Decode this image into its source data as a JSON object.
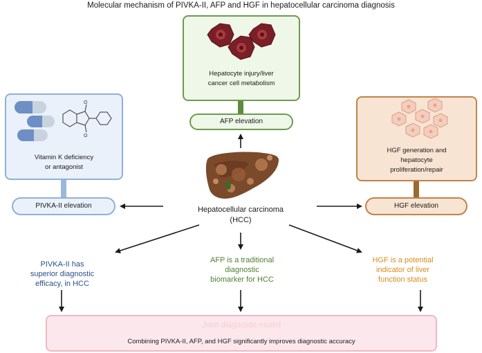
{
  "title": "Molecular mechanism of PIVKA-II, AFP and HGF in hepatocellular carcinoma diagnosis",
  "afp_source": {
    "caption_line1": "Hepatocyte injury/liver",
    "caption_line2": "cancer cell metabolism"
  },
  "afp_pill": "AFP elevation",
  "vitk_source": {
    "caption_line1": "Vitamin K deficiency",
    "caption_line2": "or antagonist"
  },
  "pivka_pill": "PIVKA-II elevation",
  "hgf_source": {
    "caption_line1": "HGF generation and",
    "caption_line2": "hepatocyte",
    "caption_line3": "proliferation/repair"
  },
  "hgf_pill": "HGF elevation",
  "hcc": {
    "line1": "Hepatocellular carcinoma",
    "line2": "(HCC)"
  },
  "notes": {
    "pivka": [
      "PIVKA-II has",
      "superior diagnostic",
      "efficacy, in HCC"
    ],
    "afp": [
      "AFP is a traditional",
      "diagnostic",
      "biomarker for HCC"
    ],
    "hgf": [
      "HGF is a potential",
      "indicator of liver",
      "function status"
    ]
  },
  "joint": {
    "title": "Joint diagnostic model",
    "subtitle": "Combining PIVKA-II, AFP, and HGF significantly improves diagnostic accuracy"
  },
  "colors": {
    "afp_green": "#6e9a4e",
    "pivka_blue": "#8fb0d6",
    "hgf_orange": "#c0834c",
    "joint_pink": "#f0b8c3",
    "cell_dark_red": "#7a1f26",
    "liver_brown": "#7a4a2a"
  }
}
